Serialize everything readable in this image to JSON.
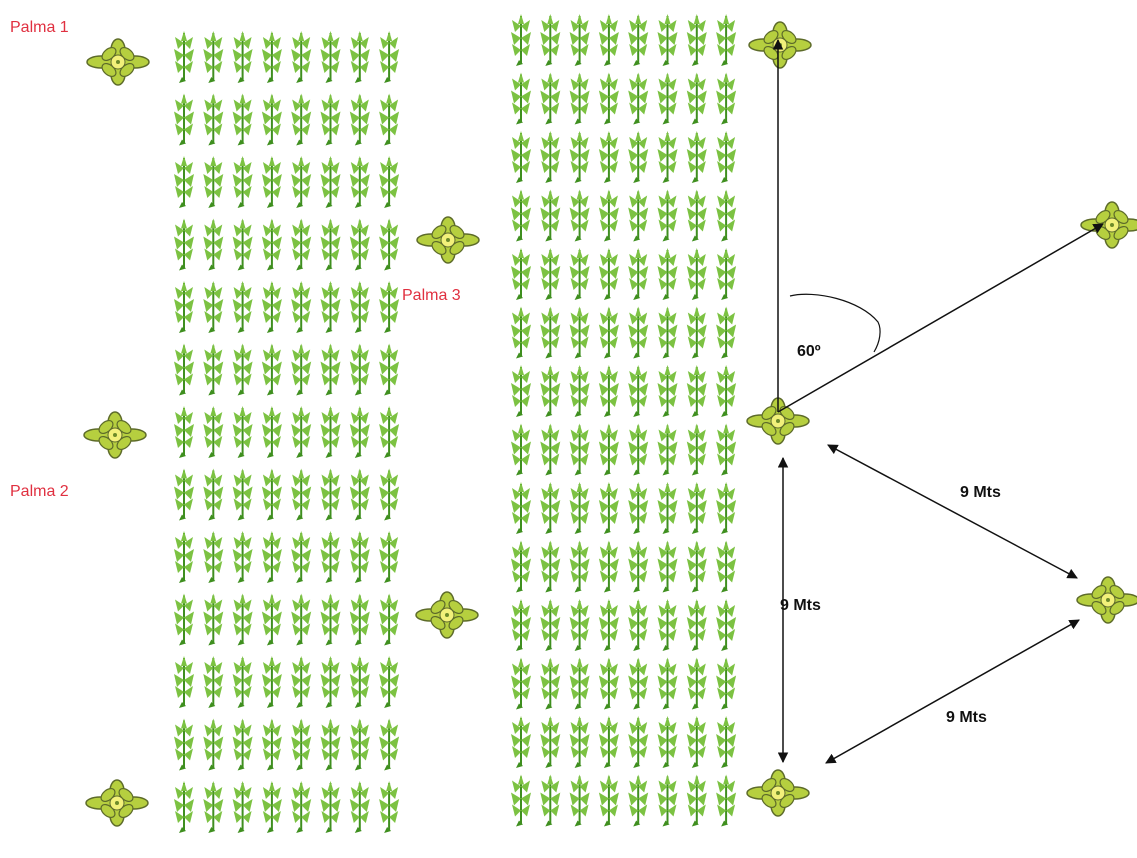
{
  "labels": {
    "palma1": "Palma 1",
    "palma2": "Palma 2",
    "palma3": "Palma 3",
    "angle": "60º",
    "distance_vertical": "9 Mts",
    "distance_upper_diagonal": "9 Mts",
    "distance_lower_diagonal": "9 Mts"
  },
  "crops": {
    "left_block": {
      "columns": 8,
      "rows": 13
    },
    "right_block": {
      "columns": 8,
      "rows": 14
    }
  },
  "colors": {
    "crop_green": "#7cc242",
    "crop_dark": "#3f8f1f",
    "palm_fill": "#b6cf3f",
    "palm_center": "#f2f07a",
    "palm_outline": "#5d6b2a",
    "label_red": "#e03040",
    "arrow": "#111111"
  }
}
